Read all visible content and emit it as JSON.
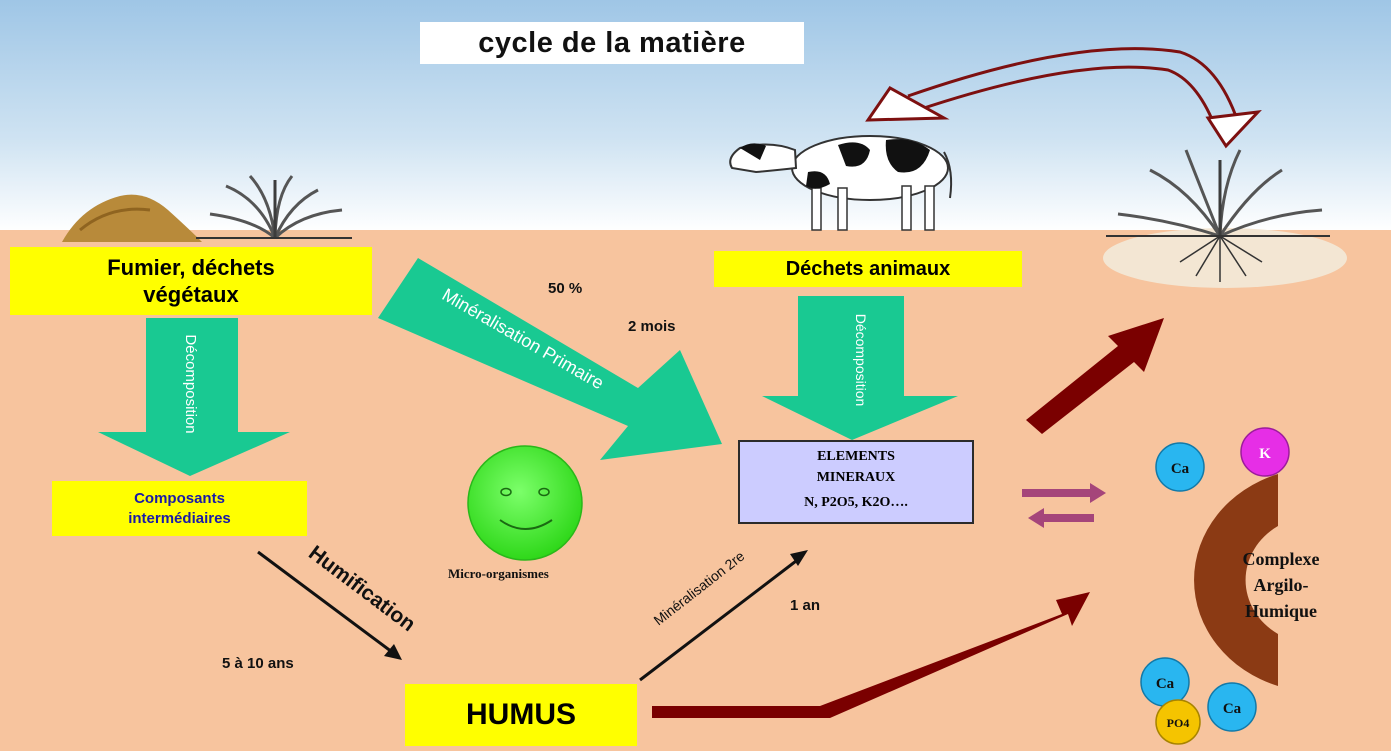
{
  "title": "cycle de la matière",
  "boxes": {
    "fumier": "Fumier, déchets végétaux",
    "dechets_animaux": "Déchets animaux",
    "composants": "Composants intermédiaires",
    "humus": "HUMUS",
    "elements_line1": "ELEMENTS",
    "elements_line2": "MINERAUX",
    "elements_line3": "N, P2O5, K2O…."
  },
  "labels": {
    "decomposition_left": "Décomposition",
    "decomposition_right": "Décomposition",
    "mineralisation_primaire": "Minéralisation Primaire",
    "percent": "50 %",
    "two_months": "2 mois",
    "humification": "Humification",
    "five_ten_years": "5 à 10 ans",
    "mineralisation_2re": "Minéralisation 2re",
    "one_year": "1 an",
    "micro_organismes": "Micro-organismes"
  },
  "complexe": {
    "line1": "Complexe",
    "line2": "Argilo-",
    "line3": "Humique",
    "ions": [
      "Ca",
      "K",
      "Ca",
      "Ca",
      "PO4"
    ]
  },
  "colors": {
    "sky_top": "#a9cbe6",
    "soil": "#f7c49e",
    "yellow": "#ffff00",
    "green_arrow": "#19c992",
    "dark_red": "#7a0000",
    "clay": "#8b3a14",
    "ion_ca": "#29b6f0",
    "ion_k": "#e62ee6",
    "ion_po4": "#f5c400",
    "mineral_box": "#ccccff"
  }
}
